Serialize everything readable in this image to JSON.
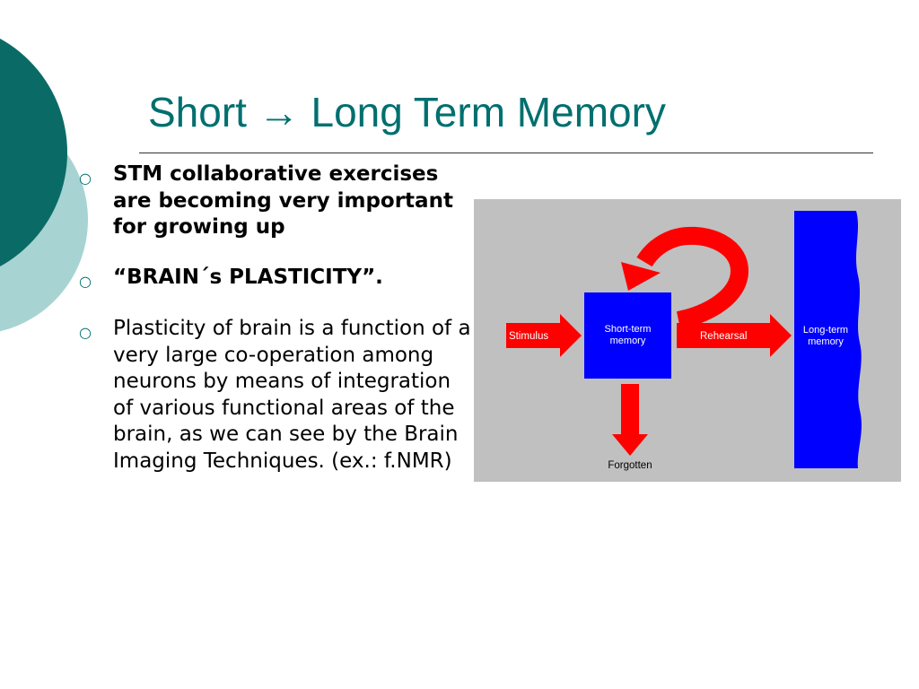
{
  "slide": {
    "title": "Short → Long Term Memory",
    "bullets": [
      {
        "text": "STM collaborative exercises are becoming very important for growing up",
        "bold": true
      },
      {
        "text": "“BRAIN´s  PLASTICITY”.",
        "bold": true
      },
      {
        "text": "Plasticity of brain is a function of a very large co-operation among neurons by means of integration of various functional areas of the brain, as we can see by the Brain Imaging Techniques. (ex.: f.NMR)",
        "bold": false
      }
    ],
    "bullet_icon": "hollow-circle-bullet-icon"
  },
  "diagram": {
    "stimulus": "Stimulus",
    "stm_line1": "Short-term",
    "stm_line2": "memory",
    "rehearsal": "Rehearsal",
    "ltm_line1": "Long-term",
    "ltm_line2": "memory",
    "forgotten": "Forgotten",
    "colors": {
      "arrow": "#ff0000",
      "box": "#0000ff",
      "background": "#c0c0c0",
      "accent": "#006f6f"
    }
  }
}
